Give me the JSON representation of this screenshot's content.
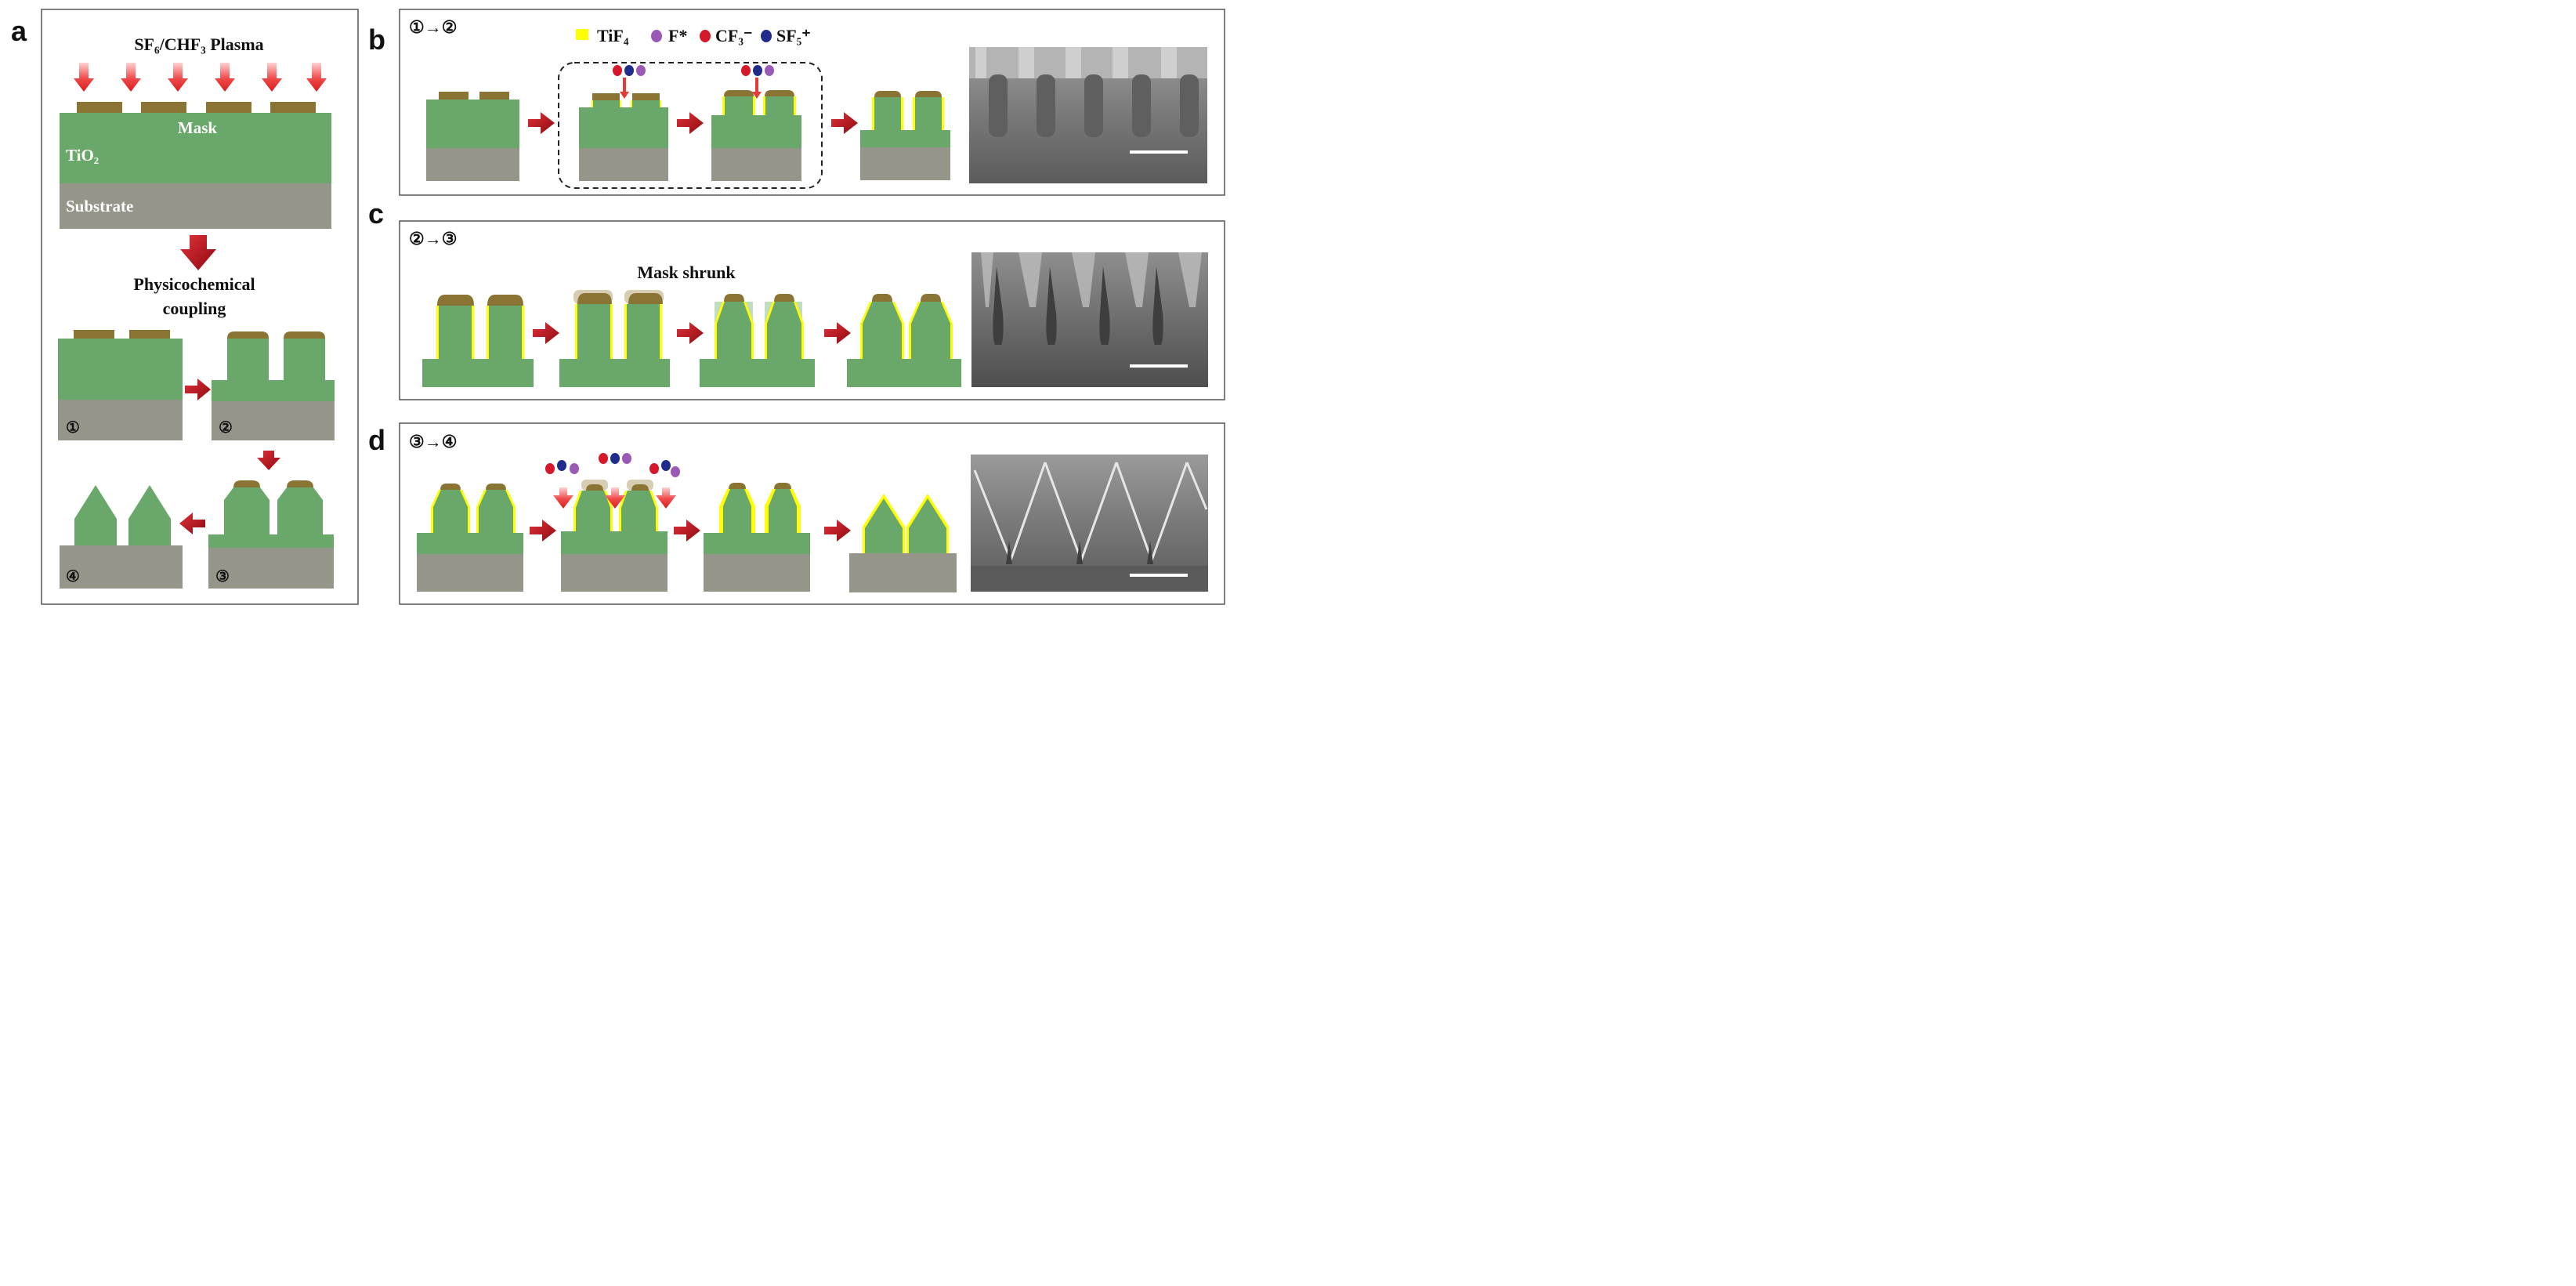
{
  "colors": {
    "green": "#6aa76b",
    "substrate": "#96958a",
    "mask": "#8a7433",
    "tif4": "#ffff00",
    "arrow_red": "#c0141a",
    "plasma_arrow": "#ee3a3a",
    "f_star": "#9b59b6",
    "cf3": "#d6182b",
    "sf5": "#1f2c8c"
  },
  "panel_a": {
    "letter": "a",
    "title": "SF₆/CHF₃ Plasma",
    "mask_label": "Mask",
    "tio2_label": "TiO₂",
    "substrate_label": "Substrate",
    "coupling_line1": "Physicochemical",
    "coupling_line2": "coupling",
    "step1": "①",
    "step2": "②",
    "step3": "③",
    "step4": "④"
  },
  "panel_b": {
    "letter": "b",
    "step_label": "①→②",
    "legend": [
      {
        "name": "TiF₄",
        "icon": "square"
      },
      {
        "name": "F*",
        "icon": "dot"
      },
      {
        "name": "CF₃⁻",
        "icon": "dot"
      },
      {
        "name": "SF₅⁺",
        "icon": "dot"
      }
    ]
  },
  "panel_c": {
    "letter": "c",
    "step_label": "②→③",
    "caption": "Mask shrunk"
  },
  "panel_d": {
    "letter": "d",
    "step_label": "③→④"
  }
}
